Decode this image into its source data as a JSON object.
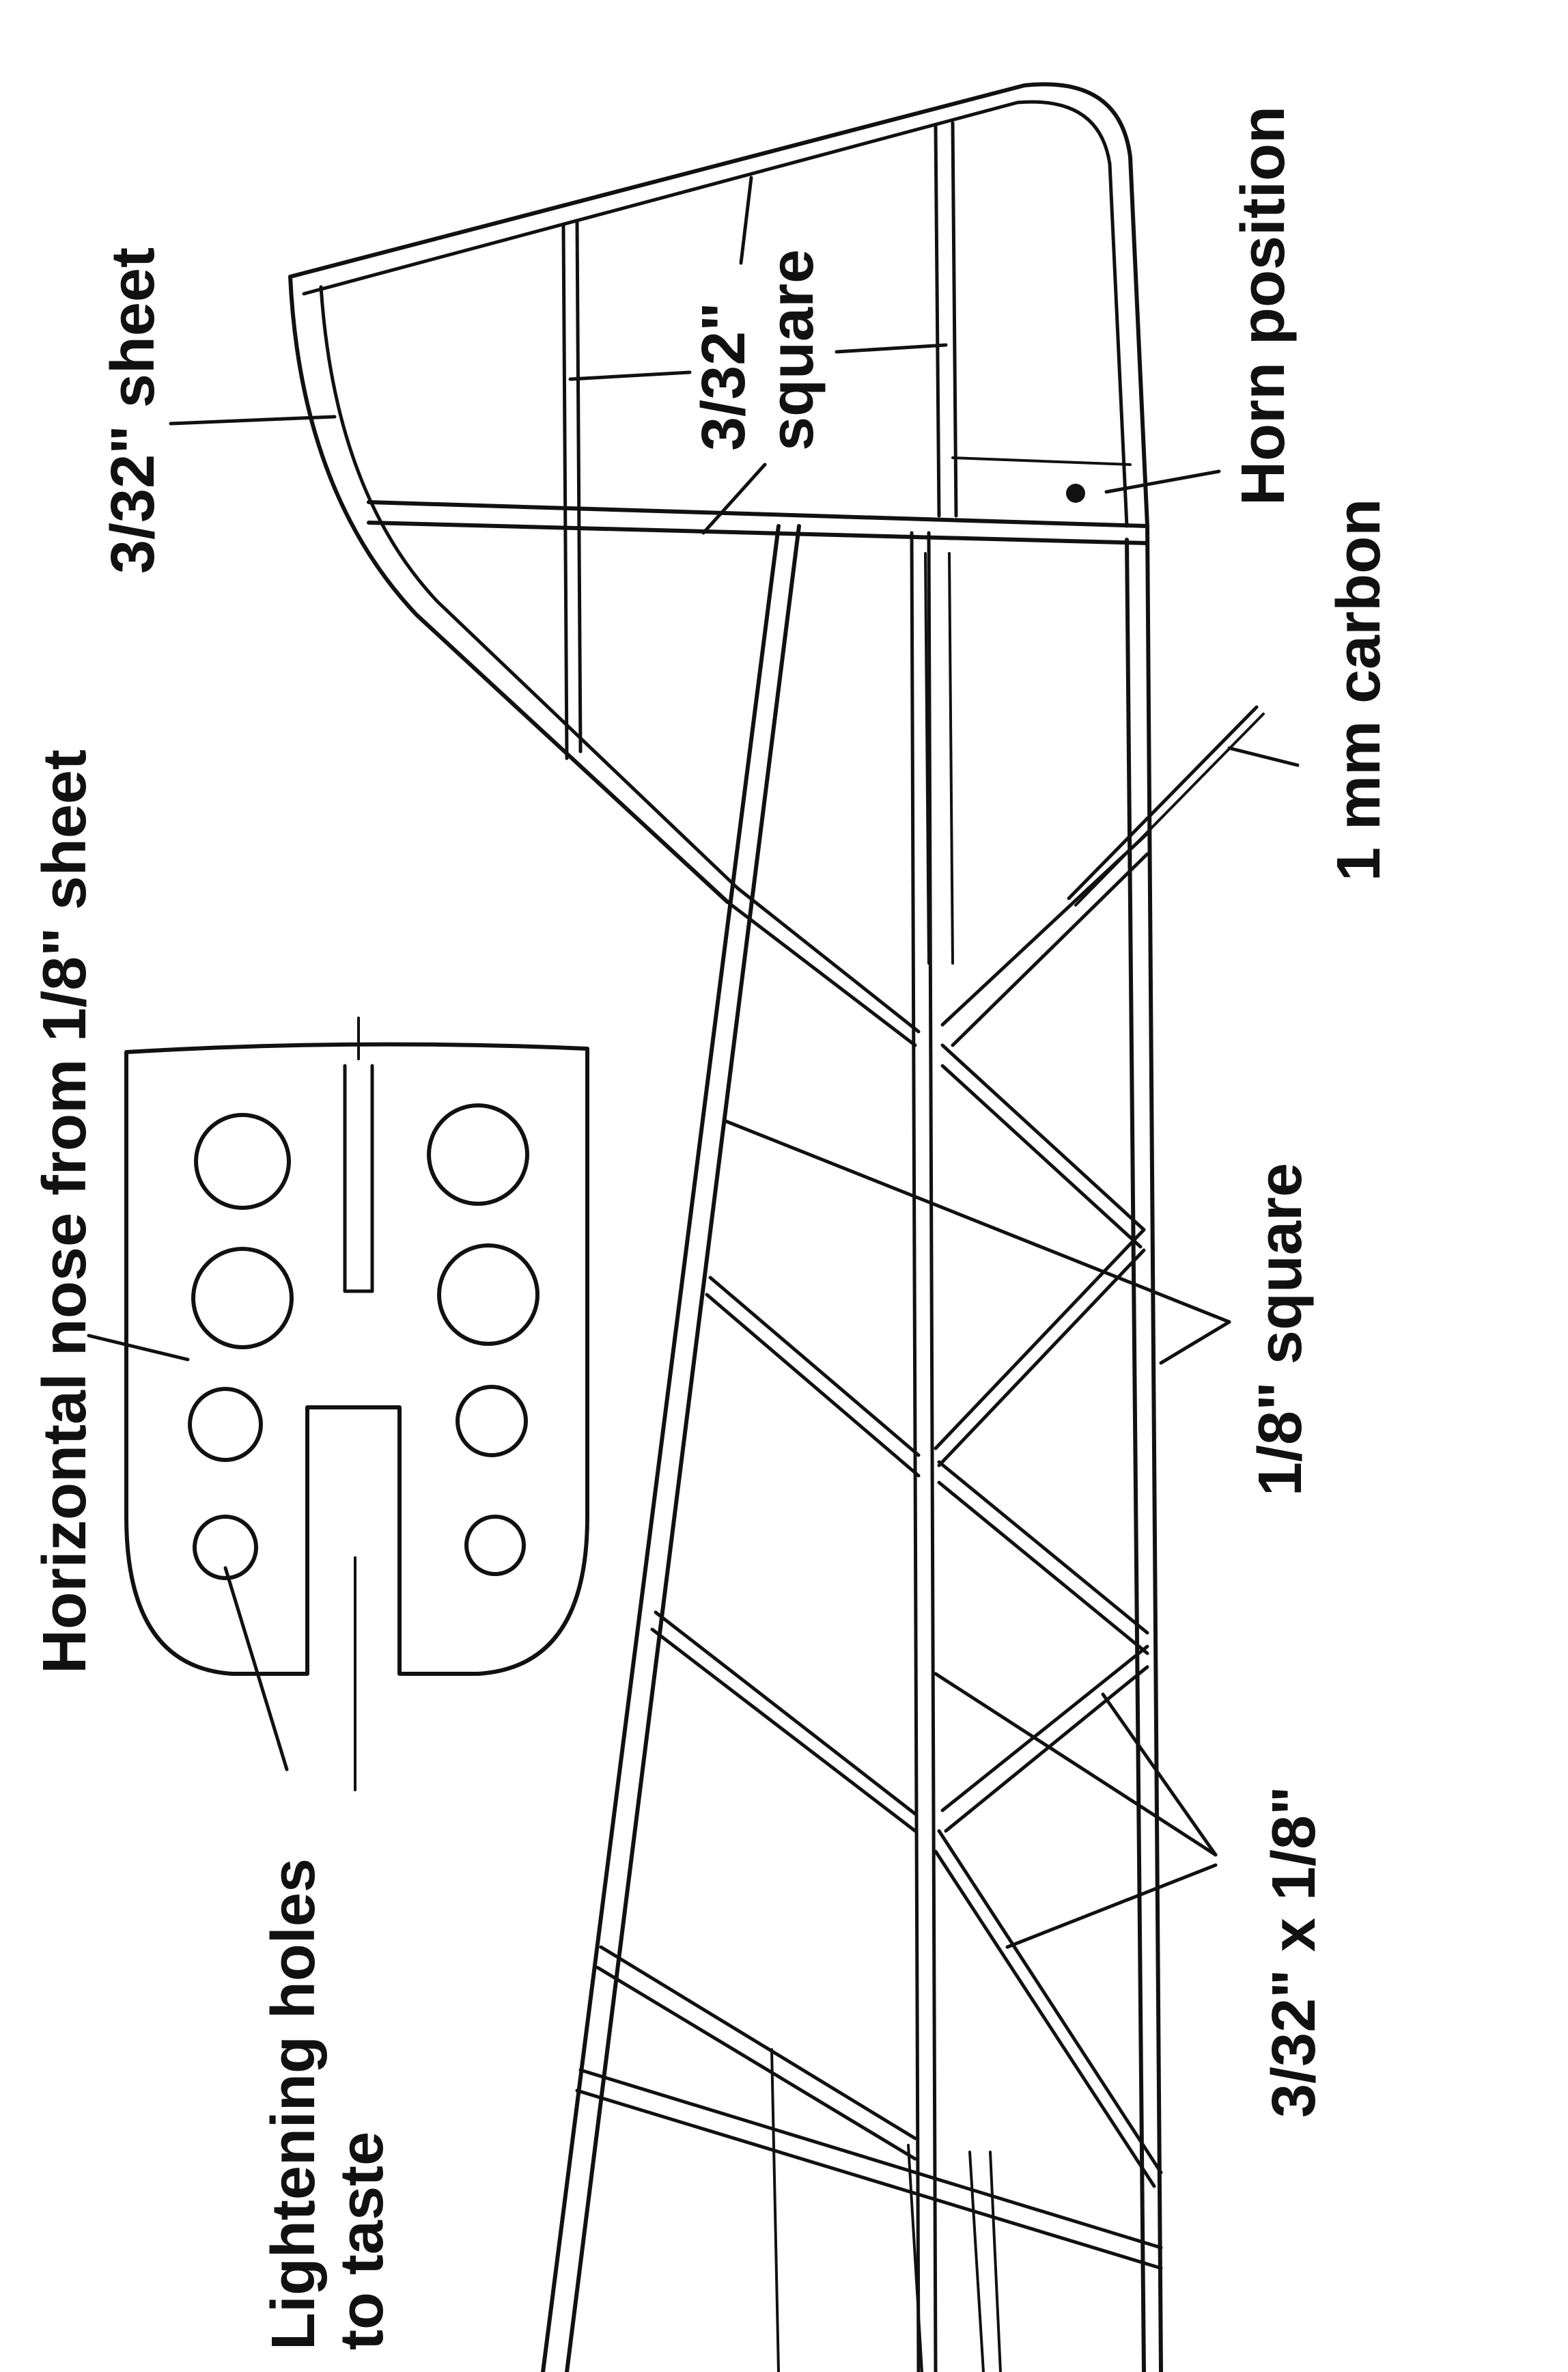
{
  "labels": {
    "sheet_3_32": "3/32\" sheet",
    "square_3_32_line1": "3/32\"",
    "square_3_32_line2": "square",
    "horn_position": "Horn position",
    "carbon": "1 mm carbon",
    "horizontal_nose": "Horizontal nose from 1/8\" sheet",
    "square_1_8": "1/8\" square",
    "lightening_line1": "Lightening holes",
    "lightening_line2": "to taste",
    "strip_3_32_x_1_8": "3/32\" x 1/8\""
  },
  "colors": {
    "ink": "#111111",
    "paper": "#ffffff"
  }
}
